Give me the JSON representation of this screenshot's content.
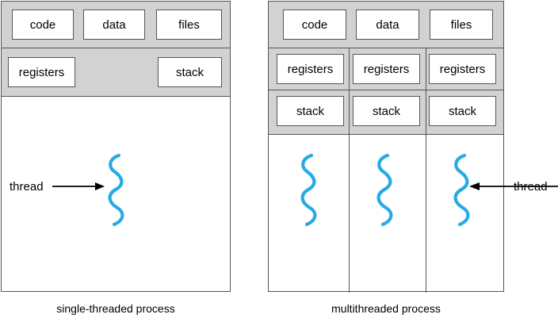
{
  "diagram": {
    "title": "single-threaded vs multithreaded process",
    "colors": {
      "thread_blue": "#27ABE3",
      "band_gray": "#d2d2d2",
      "border_gray": "#555555",
      "cell_white": "#ffffff",
      "text_black": "#000000"
    }
  },
  "single_threaded_process": {
    "caption": "single-threaded process",
    "shared_row": {
      "code": "code",
      "data": "data",
      "files": "files"
    },
    "per_thread_row": {
      "registers": "registers",
      "stack": "stack"
    },
    "annotation": {
      "label": "thread",
      "arrow_direction": "right"
    }
  },
  "multithreaded_process": {
    "caption": "multithreaded process",
    "shared_row": {
      "code": "code",
      "data": "data",
      "files": "files"
    },
    "registers_row": {
      "thread_1": "registers",
      "thread_2": "registers",
      "thread_3": "registers"
    },
    "stack_row": {
      "thread_1": "stack",
      "thread_2": "stack",
      "thread_3": "stack"
    },
    "annotation": {
      "label": "thread",
      "arrow_direction": "left"
    }
  }
}
